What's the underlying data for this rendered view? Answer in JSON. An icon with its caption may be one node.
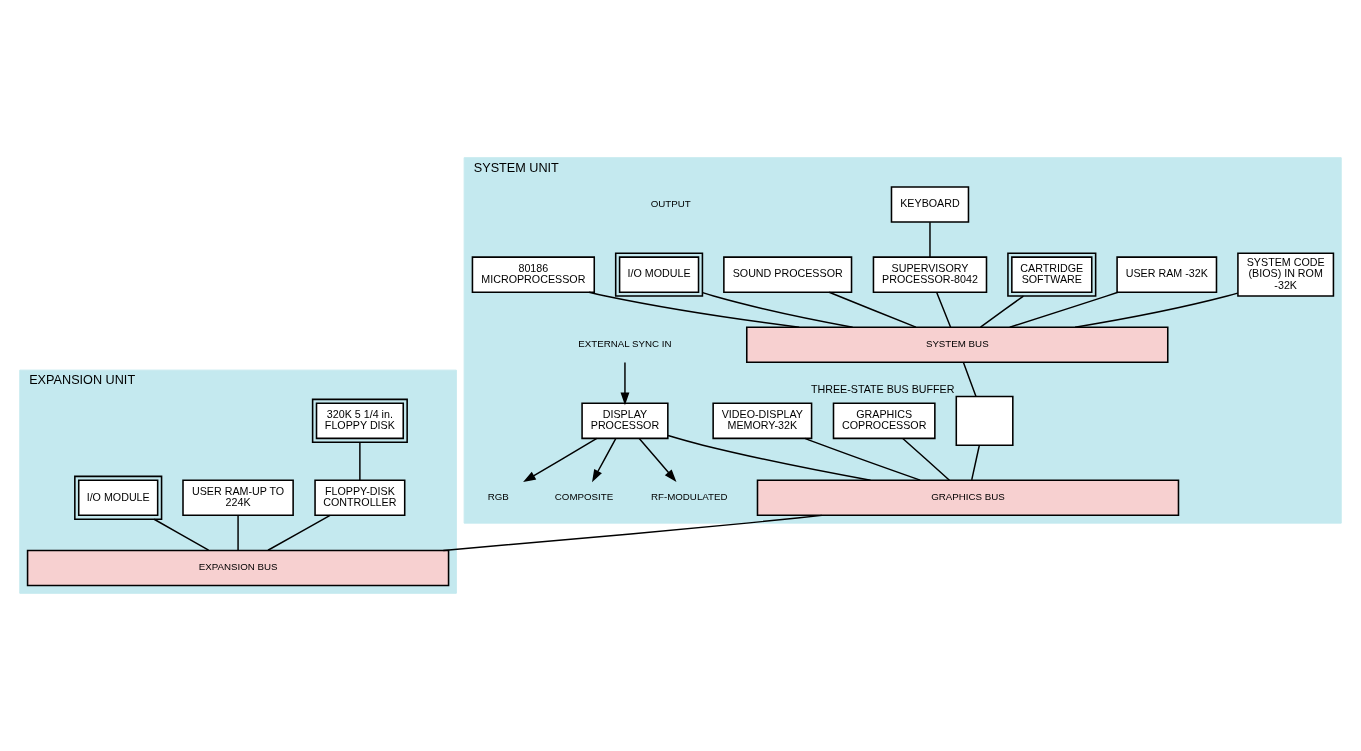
{
  "diagram": {
    "nodes": [
      {
        "text": [
          "SYSTEM UNIT"
        ]
      },
      {
        "text": [
          "SYSTEM CODE (BIOS) IN ROM -32K"
        ],
        "in": 0
      },
      {
        "text": [
          "USER RAM -32K"
        ],
        "in": 0
      },
      {
        "text": [
          "CARTRIDGE SOFTWARE"
        ],
        "in": 0
      },
      {
        "text": [
          "KEYBOARD"
        ],
        "in": 0
      },
      {
        "text": [
          "SUPERVISORY PROCESSOR-8042"
        ],
        "in": 0
      },
      {
        "text": [
          "SOUND PROCESSOR"
        ],
        "in": 0
      },
      {
        "text": [
          "I/O MODULE"
        ],
        "in": 0
      },
      {
        "text": [
          "80186 MICROPROCESSOR"
        ],
        "in": 0
      },
      {
        "text": [
          "GRAPHICS COPROCESSOR"
        ],
        "in": 0
      },
      {
        "text": [
          "VIDEO-DISPLAY MEMORY-32K"
        ],
        "in": 0
      },
      {
        "text": [
          "DISPLAY PROCESSOR"
        ],
        "in": 0
      },
      {
        "text": [
          "SYSTEM BUS"
        ],
        "in": 0
      },
      {
        "text": [],
        "shape": "box",
        "beside": [
          "THREE-STATE BUS BUFFER"
        ],
        "in": 0
      },
      {
        "text": [
          "GRAPHICS BUS"
        ],
        "in": 0
      },
      {
        "text": [
          "RGB"
        ],
        "in": 0
      },
      {
        "text": [
          "COMPOSITE"
        ],
        "in": 0
      },
      {
        "text": [
          "RF-MODULATED"
        ],
        "in": 0
      },
      {
        "text": [
          "EXTERNAL SYNC IN"
        ],
        "in": 0
      },
      {
        "text": [
          "EXPANSION UNIT"
        ]
      },
      {
        "text": [
          "320K 5 1/4 in. FLOPPY DISK"
        ],
        "in": 19
      },
      {
        "text": [
          "FLOPPY-DISK CONTROLLER"
        ],
        "in": 19
      },
      {
        "text": [
          "USER RAM-UP TO 224K"
        ],
        "in": 19
      },
      {
        "text": [
          "I/O MODULE"
        ],
        "in": 19
      },
      {
        "text": [
          "EXPANSION BUS"
        ],
        "in": 19
      }
    ],
    "edges": [
      {
        "from": 1,
        "to": 12,
        "arrow": "none"
      },
      {
        "from": 2,
        "to": 12,
        "arrow": "none"
      },
      {
        "from": 3,
        "to": 12,
        "arrow": "none"
      },
      {
        "from": 4,
        "to": 5,
        "arrow": "none"
      },
      {
        "from": 5,
        "to": 12,
        "arrow": "none"
      },
      {
        "from": 6,
        "to": 12,
        "arrow": "none"
      },
      {
        "from": 7,
        "to": 12,
        "arrow": "none"
      },
      {
        "from": 8,
        "to": 12,
        "arrow": "none"
      },
      {
        "from": 12,
        "to": 13,
        "arrow": "none"
      },
      {
        "from": 13,
        "to": 14,
        "arrow": "none"
      },
      {
        "from": 9,
        "to": 14,
        "arrow": "none"
      },
      {
        "from": 10,
        "to": 14,
        "arrow": "none"
      },
      {
        "from": 11,
        "to": 14,
        "arrow": "none"
      },
      {
        "from": 11,
        "to": 15,
        "arrow": "to"
      },
      {
        "from": 11,
        "to": 16,
        "arrow": "to"
      },
      {
        "from": 11,
        "to": 17,
        "arrow": "to"
      },
      {
        "from": 18,
        "to": 11,
        "arrow": "to"
      },
      {
        "from": 14,
        "to": 24,
        "arrow": "none"
      },
      {
        "from": 20,
        "to": 21,
        "arrow": "none"
      },
      {
        "from": 21,
        "to": 24,
        "arrow": "none"
      },
      {
        "from": 22,
        "to": 24,
        "arrow": "none"
      },
      {
        "from": 23,
        "to": 24,
        "arrow": "none"
      }
    ],
    "labels": [
      "OUTPUT"
    ]
  }
}
